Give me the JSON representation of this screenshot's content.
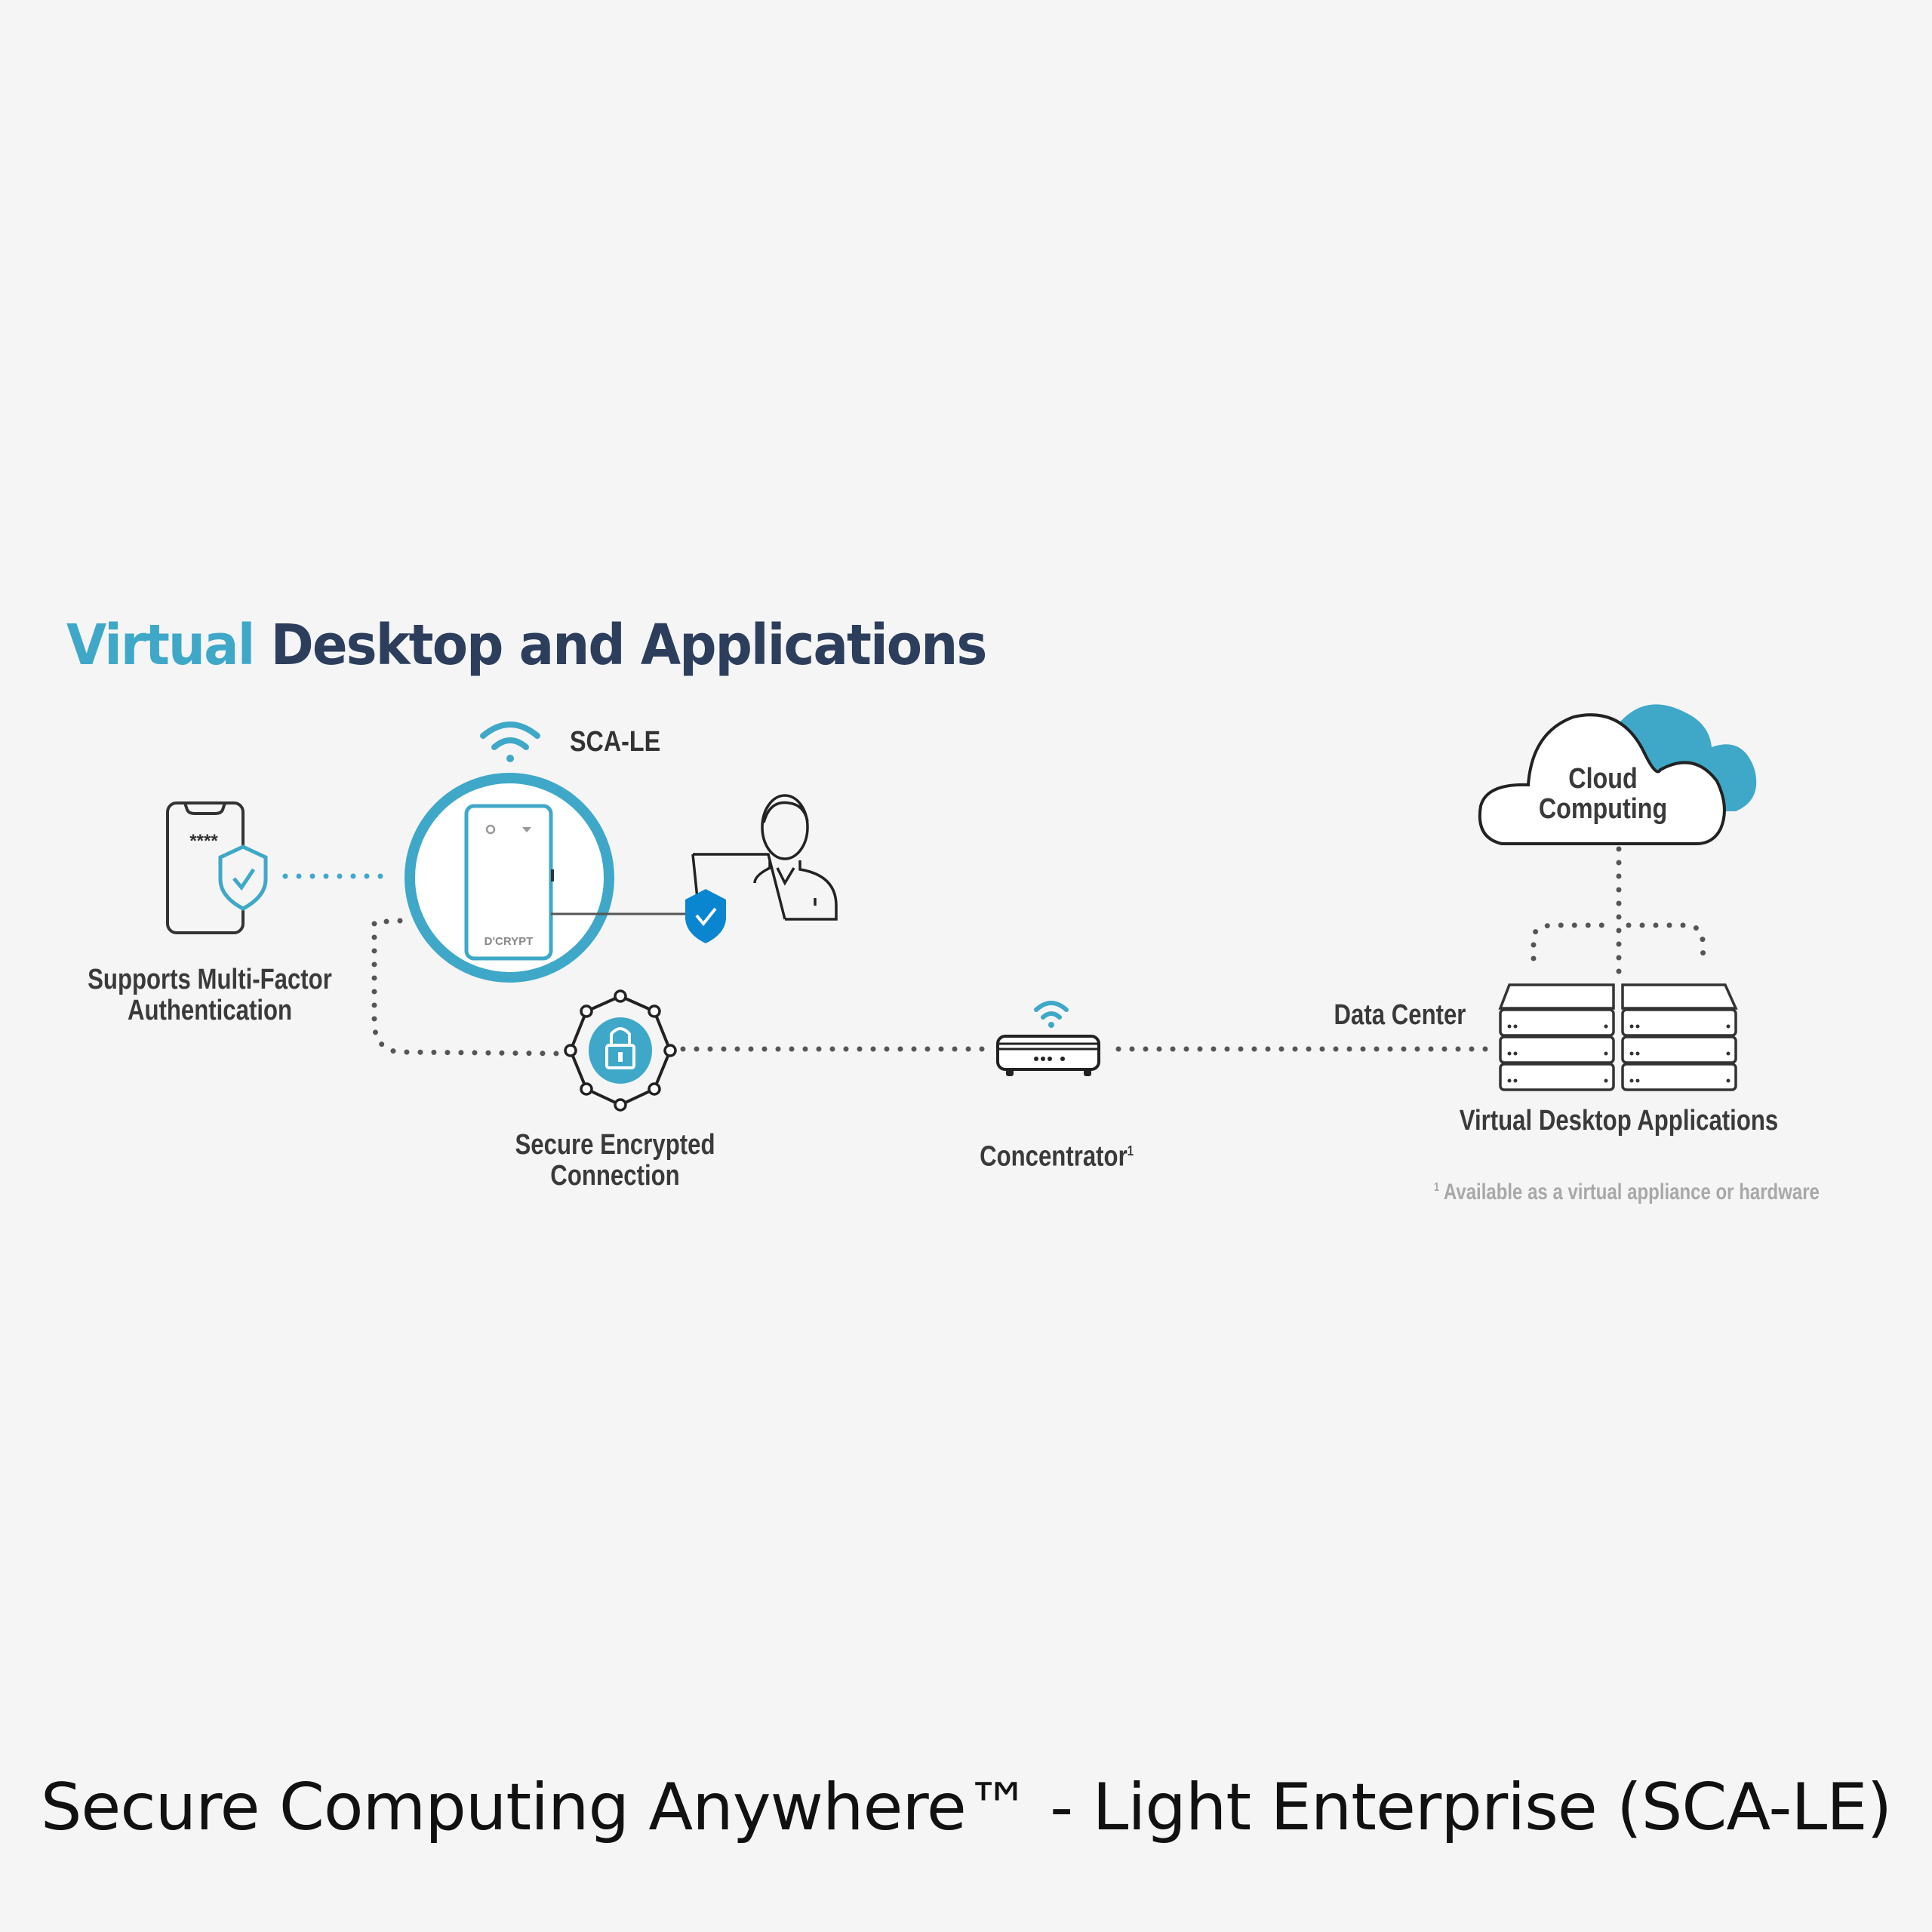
{
  "title": {
    "accent": "Virtual",
    "rest": "Desktop and Applications"
  },
  "colors": {
    "accent": "#3fa8c8",
    "title_dark": "#2c3e5c",
    "shield_blue": "#0a86d0",
    "line": "#333333",
    "dots": "#555555"
  },
  "nodes": {
    "device": {
      "label": "SCA-LE",
      "brand": "D'CRYPT"
    },
    "mfa": {
      "label_line1": "Supports Multi-Factor",
      "label_line2": "Authentication",
      "pin": "****"
    },
    "connection": {
      "label_line1": "Secure Encrypted",
      "label_line2": "Connection"
    },
    "concentrator": {
      "label": "Concentrator",
      "footnote_mark": "1"
    },
    "cloud": {
      "label_line1": "Cloud",
      "label_line2": "Computing"
    },
    "data_center": {
      "label": "Data Center"
    },
    "vda": {
      "label": "Virtual Desktop Applications"
    }
  },
  "footnote": {
    "mark": "1",
    "text": "Available as a virtual appliance or hardware"
  },
  "caption": "Secure Computing Anywhere™ - Light Enterprise (SCA-LE)"
}
